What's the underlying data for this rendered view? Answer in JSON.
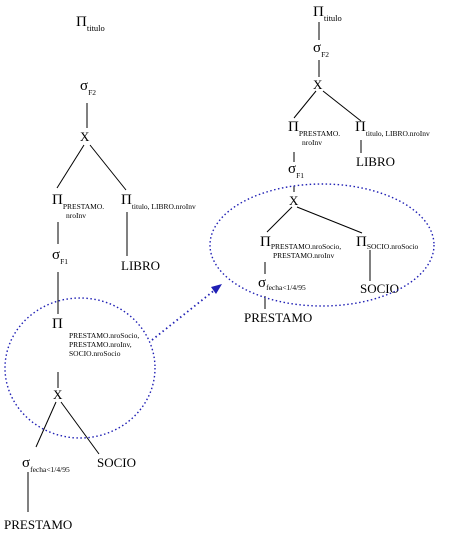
{
  "left_tree": {
    "root": {
      "symbol": "Π",
      "subscript": "titulo"
    },
    "select_top": {
      "symbol": "σ",
      "subscript": "F2"
    },
    "join_top": {
      "label": "X"
    },
    "proj_prestamo": {
      "symbol": "Π",
      "subscript_line1": "PRESTAMO.",
      "subscript_line2": "nroInv"
    },
    "proj_libro": {
      "symbol": "Π",
      "subscript": "titulo, LIBRO.nroInv"
    },
    "libro": {
      "label": "LIBRO"
    },
    "select_f1": {
      "symbol": "σ",
      "subscript": "F1"
    },
    "proj_inner": {
      "symbol": "Π",
      "subscript_line1": "PRESTAMO.nroSocio,",
      "subscript_line2": "PRESTAMO.nroInv,",
      "subscript_line3": "SOCIO.nroSocio"
    },
    "join_inner": {
      "label": "X"
    },
    "select_fecha": {
      "symbol": "σ",
      "subscript": "fecha<1/4/95"
    },
    "socio": {
      "label": "SOCIO"
    },
    "prestamo": {
      "label": "PRESTAMO"
    }
  },
  "right_tree": {
    "root": {
      "symbol": "Π",
      "subscript": "titulo"
    },
    "select_top": {
      "symbol": "σ",
      "subscript": "F2"
    },
    "join_top": {
      "label": "X"
    },
    "proj_prestamo": {
      "symbol": "Π",
      "subscript_line1": "PRESTAMO.",
      "subscript_line2": "nroInv"
    },
    "proj_libro": {
      "symbol": "Π",
      "subscript": "titulo, LIBRO.nroInv"
    },
    "libro": {
      "label": "LIBRO"
    },
    "select_f1": {
      "symbol": "σ",
      "subscript": "F1"
    },
    "join_inner": {
      "label": "X"
    },
    "proj_prestamo_inner": {
      "symbol": "Π",
      "subscript_line1": "PRESTAMO.nroSocio,",
      "subscript_line2": "PRESTAMO.nroInv"
    },
    "proj_socio_inner": {
      "symbol": "Π",
      "subscript": "SOCIO.nroSocio"
    },
    "select_fecha": {
      "symbol": "σ",
      "subscript": "fecha<1/4/95"
    },
    "socio": {
      "label": "SOCIO"
    },
    "prestamo": {
      "label": "PRESTAMO"
    }
  },
  "colors": {
    "highlight": "#1f1fb4",
    "lines": "#000000"
  }
}
